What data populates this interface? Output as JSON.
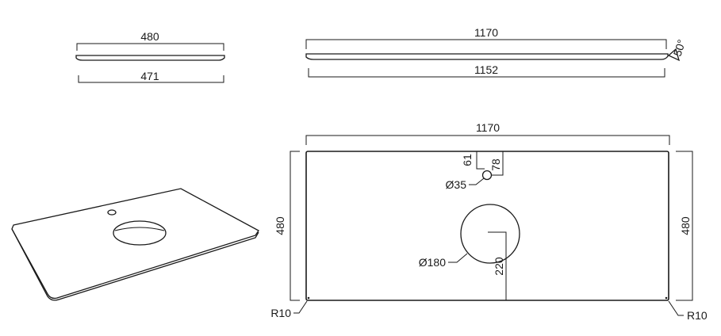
{
  "top_left_profile": {
    "top_width": "480",
    "bottom_width": "471"
  },
  "top_right_profile": {
    "top_width": "1170",
    "bottom_width": "1152",
    "edge_angle": "50°"
  },
  "plan_view": {
    "width": "1170",
    "depth_left": "480",
    "depth_right": "480",
    "tap_hole_diameter": "Ø35",
    "tap_offset_a": "61",
    "tap_offset_b": "78",
    "basin_diameter": "Ø180",
    "basin_offset": "220",
    "radius_left": "R10",
    "radius_right": "R10"
  },
  "colors": {
    "line": "#1a1a1a",
    "background": "#ffffff"
  }
}
